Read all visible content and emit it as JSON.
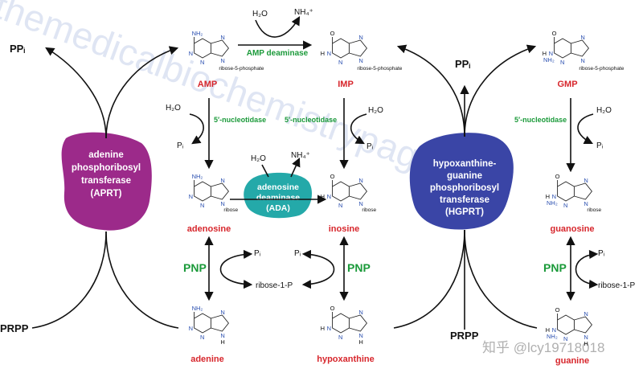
{
  "watermark": {
    "site": "themedicalbiochemistrypage.org",
    "credit": "知乎 @lcy19718018"
  },
  "colors": {
    "aprt": "#9c2a8a",
    "hgprt": "#3a45a6",
    "ada": "#24a9a9",
    "product_label": "#d7262c",
    "enzyme_label": "#1b9a3a"
  },
  "metabolites": {
    "amp": "AMP",
    "imp": "IMP",
    "gmp": "GMP",
    "adenosine": "adenosine",
    "inosine": "inosine",
    "guanosine": "guanosine",
    "adenine": "adenine",
    "hypoxanthine": "hypoxanthine",
    "guanine": "guanine"
  },
  "enzymes": {
    "amp_deaminase": "AMP deaminase",
    "nucleotidase": "5′-nucleotidase",
    "pnp": "PNP",
    "aprt": [
      "adenine",
      "phosphoribosyl",
      "transferase",
      "(APRT)"
    ],
    "hgprt": [
      "hypoxanthine-",
      "guanine",
      "phosphoribosyl",
      "transferase",
      "(HGPRT)"
    ],
    "ada": [
      "adenosine",
      "deaminase",
      "(ADA)"
    ]
  },
  "cofactors": {
    "h2o": "H₂O",
    "nh4": "NH₄⁺",
    "pi": "Pᵢ",
    "ppi": "PPᵢ",
    "prpp": "PRPP",
    "ribose1p": "ribose-1-P"
  },
  "structure_text": {
    "nh2": "NH₂",
    "n": "N",
    "h": "H",
    "o": "O",
    "ribose5p": "ribose-5-phosphate",
    "ribose": "ribose"
  }
}
